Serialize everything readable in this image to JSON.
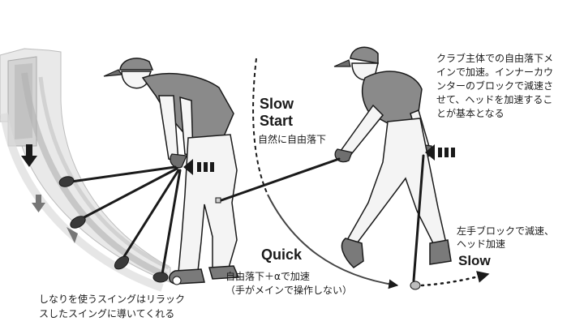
{
  "labels": {
    "slow_start_1": "Slow",
    "slow_start_2": "Start",
    "natural_fall": "自然に自由落下",
    "quick": "Quick",
    "quick_desc_1": "自由落下＋αで加速",
    "quick_desc_2": "（手がメインで操作しない）",
    "slow": "Slow",
    "left_hand_1": "左手ブロックで減速、",
    "left_hand_2": "ヘッド加速",
    "right_note_1": "クラブ主体での自由落下メ",
    "right_note_2": "インで加速。インナーカウ",
    "right_note_3": "ンターのブロックで減速さ",
    "right_note_4": "せて、ヘッドを加速するこ",
    "right_note_5": "とが基本となる",
    "bottom_left_1": "しなりを使うスイングはリラック",
    "bottom_left_2": "スしたスイングに導いてくれる"
  },
  "colors": {
    "ink": "#1a1a1a",
    "shirt": "#8a8a8a",
    "pants": "#f4f4f4",
    "arc": "#444444"
  },
  "icons": [
    "down-arrow-icon",
    "right-arrow-icon"
  ]
}
